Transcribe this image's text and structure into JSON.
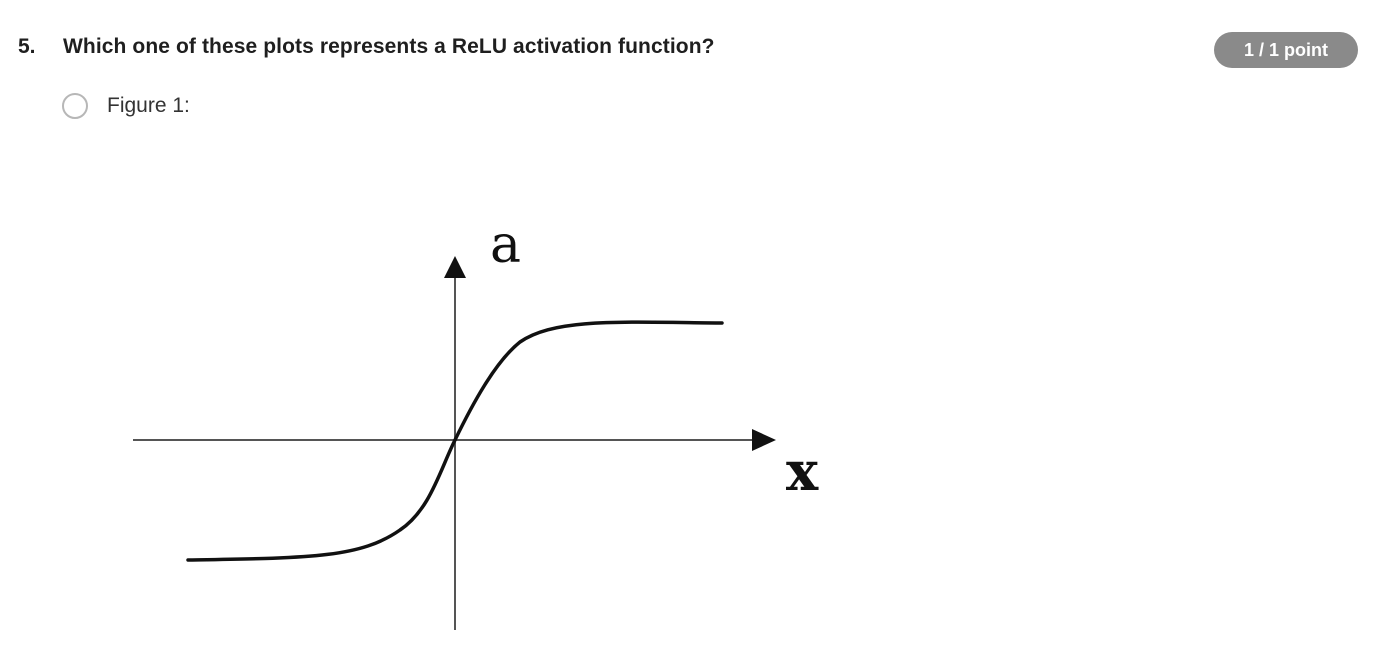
{
  "question": {
    "number": "5.",
    "text": "Which one of these plots represents a ReLU activation function?",
    "points": "1 / 1 point"
  },
  "options": [
    {
      "label": "Figure 1:",
      "selected": false
    }
  ],
  "figure": {
    "y_axis_label": "a",
    "x_axis_label": "x",
    "curve": "sigmoid-like (tanh) curve",
    "axis_color": "#555555",
    "curve_color": "#111111"
  },
  "colors": {
    "badge_bg": "#8a8a8a",
    "badge_text": "#ffffff",
    "radio_border": "#b7b7b7"
  }
}
